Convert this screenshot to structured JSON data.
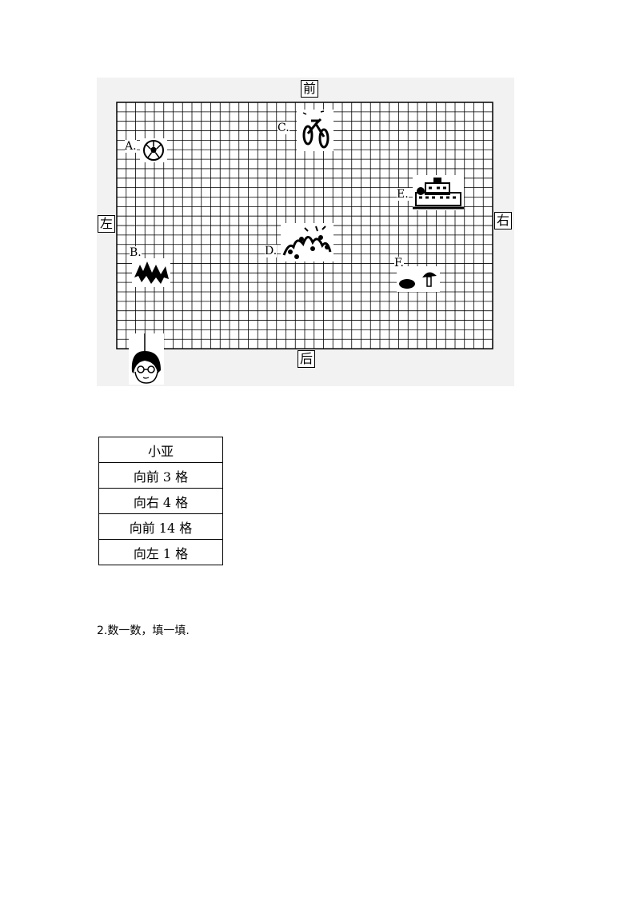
{
  "figure": {
    "directions": {
      "front": "前",
      "back": "后",
      "left": "左",
      "right": "右"
    },
    "locations": [
      {
        "label": "A.",
        "icon": "soccer-ball-icon"
      },
      {
        "label": "B.",
        "icon": "trees-icon"
      },
      {
        "label": "C.",
        "icon": "bicycle-icon"
      },
      {
        "label": "D.",
        "icon": "flowers-icon"
      },
      {
        "label": "E.",
        "icon": "building-icon"
      },
      {
        "label": "F.",
        "icon": "mushroom-icon"
      }
    ],
    "person_icon": "girl-xiaoya-icon"
  },
  "route_table": {
    "header": "小亚",
    "rows": [
      "向前 3 格",
      "向右 4 格",
      "向前 14 格",
      "向左 1 格"
    ]
  },
  "question": "2.数一数，填一填."
}
